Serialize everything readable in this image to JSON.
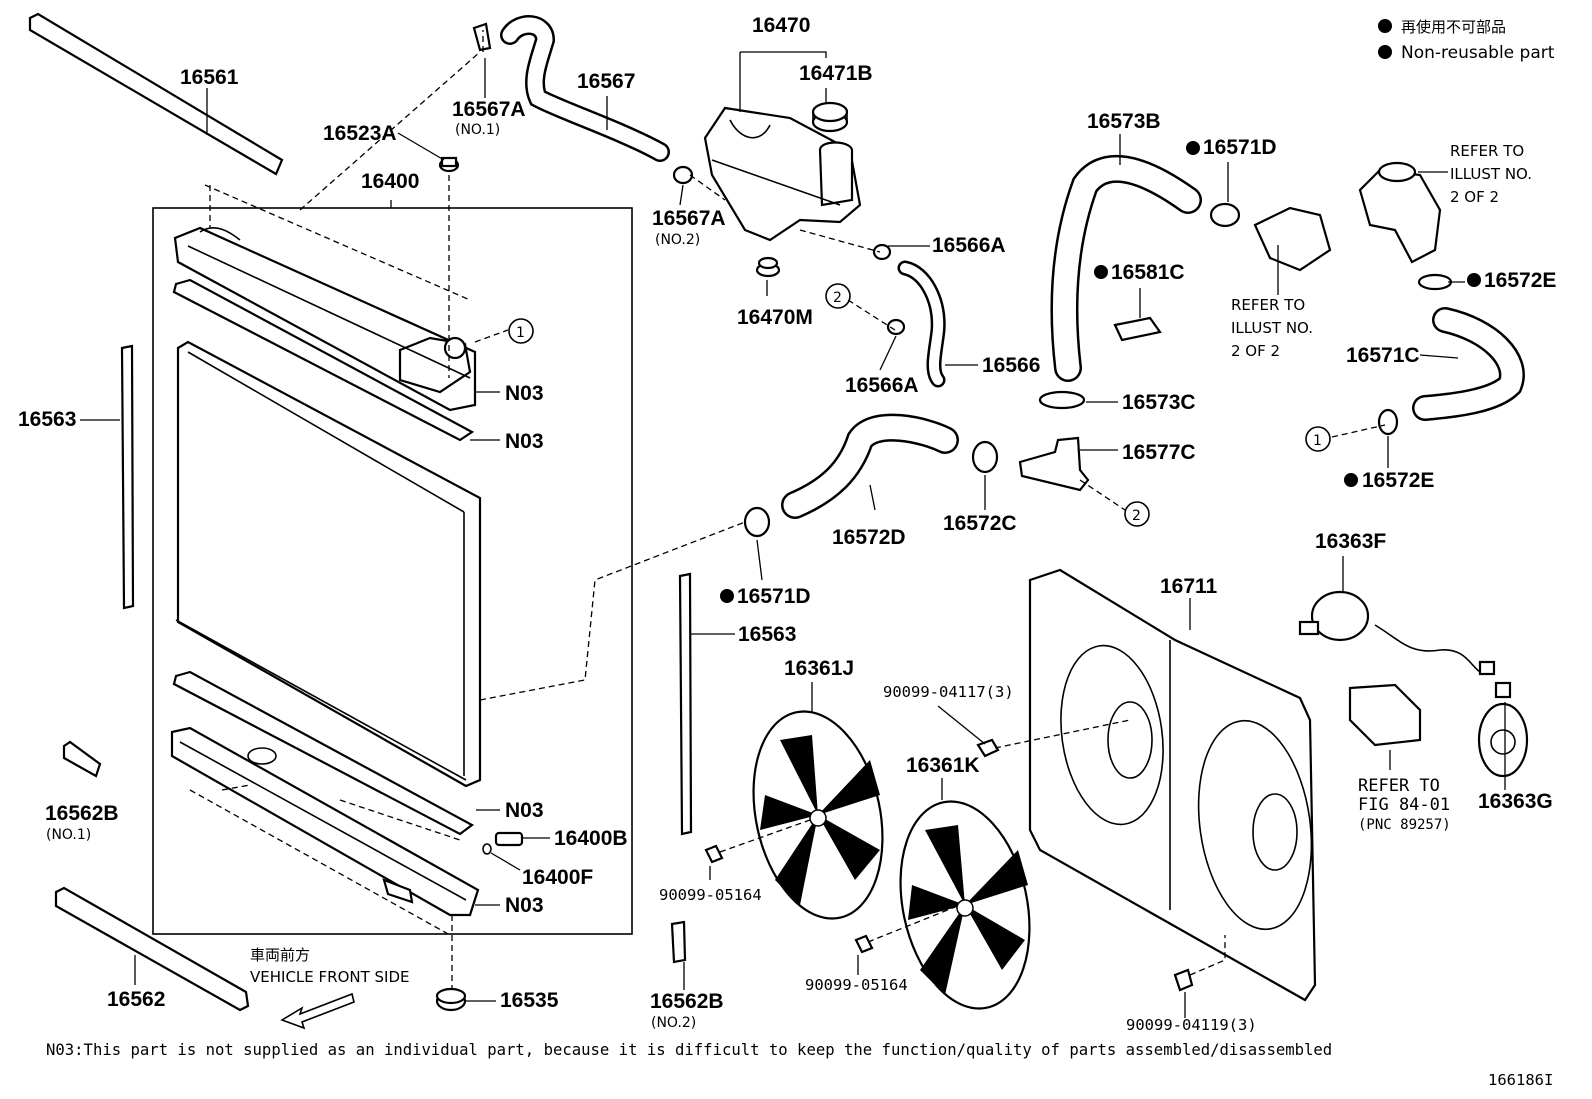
{
  "legend": {
    "jp": "再使用不可部品",
    "en": "Non-reusable part",
    "bullet_color": "#000000"
  },
  "labels": {
    "p16561": "16561",
    "p16567A_1": "16567A",
    "p16567A_1_sub": "(NO.1)",
    "p16567": "16567",
    "p16470": "16470",
    "p16471B": "16471B",
    "p16523A": "16523A",
    "p16400": "16400",
    "p16567A_2": "16567A",
    "p16567A_2_sub": "(NO.2)",
    "p16566A_top": "16566A",
    "p16470M": "16470M",
    "p16566A_bottom": "16566A",
    "p16566": "16566",
    "p16573B": "16573B",
    "p16571D_top": "16571D",
    "p16581C": "16581C",
    "refer1_l1": "REFER TO",
    "refer1_l2": "ILLUST NO.",
    "refer1_l3": "2 OF 2",
    "refer2_l1": "REFER TO",
    "refer2_l2": "ILLUST NO.",
    "refer2_l3": "2 OF 2",
    "p16572E_top": "16572E",
    "p16571C": "16571C",
    "p16573C": "16573C",
    "p16577C": "16577C",
    "p16572E_bottom": "16572E",
    "p16563_left": "16563",
    "n03_1": "N03",
    "n03_2": "N03",
    "n03_3": "N03",
    "n03_4": "N03",
    "p16572D": "16572D",
    "p16572C": "16572C",
    "p16571D_mid": "16571D",
    "p16563_mid": "16563",
    "p16363F": "16363F",
    "p16711": "16711",
    "p16361J": "16361J",
    "p90099_04117": "90099-04117(3)",
    "p16361K": "16361K",
    "refer3_l1": "REFER TO",
    "refer3_l2": "FIG 84-01",
    "refer3_l3": "(PNC 89257)",
    "p16363G": "16363G",
    "p16562B_1": "16562B",
    "p16562B_1_sub": "(NO.1)",
    "p16400B": "16400B",
    "p16400F": "16400F",
    "p90099_05164_a": "90099-05164",
    "p90099_05164_b": "90099-05164",
    "p16562": "16562",
    "p16535": "16535",
    "p16562B_2": "16562B",
    "p16562B_2_sub": "(NO.2)",
    "p90099_04119": "90099-04119(3)",
    "front_jp": "車両前方",
    "front_en": "VEHICLE FRONT SIDE",
    "circle1a": "1",
    "circle1b": "1",
    "circle2a": "2",
    "circle2b": "2"
  },
  "footnote": "N03:This part is not supplied as an individual part, because it is difficult to keep the function/quality of parts assembled/disassembled",
  "figure_id": "166186I"
}
